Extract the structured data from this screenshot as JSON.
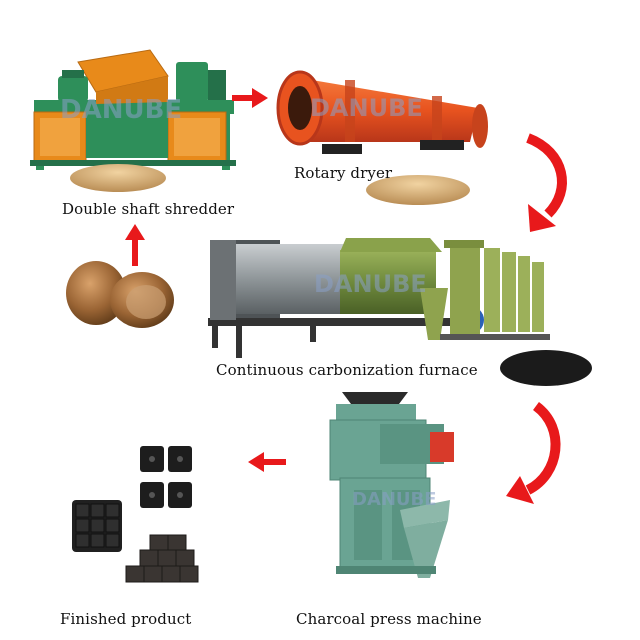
{
  "labels": {
    "shredder": "Double shaft shredder",
    "dryer": "Rotary dryer",
    "furnace": "Continuous carbonization furnace",
    "press": "Charcoal press machine",
    "finished": "Finished product"
  },
  "watermark": "DANUBE",
  "colors": {
    "arrow_red": "#e8191b",
    "shredder_orange": "#e88a1a",
    "shredder_green": "#2e8f5a",
    "dryer_orange": "#e8531f",
    "furnace_grey": "#8f9699",
    "furnace_green": "#6f8a3d",
    "press_green": "#6aa493",
    "press_grey": "#2a2a2a",
    "charcoal_black": "#1b1b1b",
    "sawdust": "#d9b27a",
    "coconut": "#8a5a2b"
  }
}
